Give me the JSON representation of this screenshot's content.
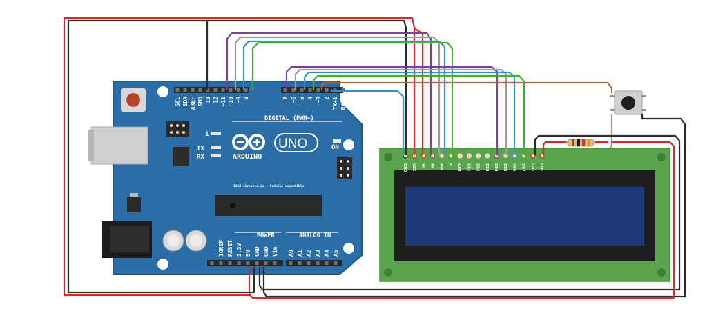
{
  "colors": {
    "board": "#2a6da7",
    "board_dark": "#1f5a8d",
    "lcd_pcb": "#5aa44d",
    "lcd_screen": "#1f3a7a",
    "wire_red": "#d42a2a",
    "wire_black": "#2b2b2b",
    "wire_purple": "#7d3ea0",
    "wire_gray": "#9a9a9a",
    "wire_blue": "#3393c8",
    "wire_green": "#3fae3a",
    "wire_brown": "#a8663a"
  },
  "arduino": {
    "top_header_labels": [
      "SCL",
      "SDA",
      "AREF",
      "GND",
      "13",
      "12",
      "~11",
      "~10",
      "~9",
      "8",
      "7",
      "~6",
      "~5",
      "4",
      "~3",
      "2",
      "TX+1",
      "RX+0"
    ],
    "digital_label": "DIGITAL (PWM~)",
    "led_label": "1",
    "tx_label": "TX",
    "rx_label": "RX",
    "brand": "ARDUINO",
    "model": "UNO",
    "on_label": "ON",
    "credit": "123d.circuits.io - Arduino compatible",
    "power_header_labels": [
      "IOREF",
      "RESET",
      "3.3V",
      "5V",
      "GND",
      "GND",
      "Vin"
    ],
    "power_label": "POWER",
    "analog_header_labels": [
      "A0",
      "A1",
      "A2",
      "A3",
      "A4",
      "A5"
    ],
    "analog_label": "ANALOG IN"
  },
  "lcd": {
    "pin_labels": [
      "GND",
      "VCC",
      "V0",
      "RS",
      "RW",
      "E",
      "DB0",
      "DB1",
      "DB2",
      "DB3",
      "DB4",
      "DB5",
      "DB6",
      "DB7",
      "LED",
      "LED"
    ]
  },
  "components": {
    "pushbutton": "pushbutton-icon",
    "resistor": "resistor-icon"
  }
}
